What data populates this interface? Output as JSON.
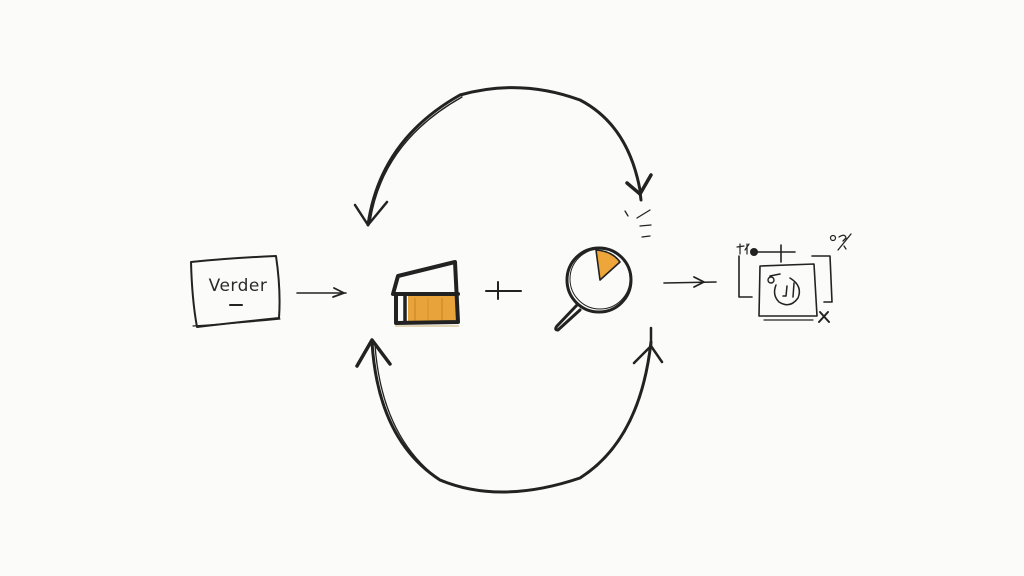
{
  "diagram": {
    "style": "hand-drawn sketch, black marker with orange accents",
    "colors": {
      "background": "#fbfbf9",
      "ink": "#222222",
      "accent": "#e8a33a",
      "accent_dark": "#c98321"
    },
    "nodes": [
      {
        "id": "vendor",
        "type": "box",
        "label": "Verder",
        "icon": "vendor-box"
      },
      {
        "id": "warehouse",
        "type": "icon",
        "label": "",
        "icon": "warehouse-icon"
      },
      {
        "id": "analysis",
        "type": "icon",
        "label": "",
        "icon": "magnifier-pie-icon"
      },
      {
        "id": "output",
        "type": "icon",
        "label": "",
        "icon": "dashboard-frames-icon"
      }
    ],
    "operators": [
      {
        "between": [
          "warehouse",
          "analysis"
        ],
        "symbol": "+"
      }
    ],
    "edges": [
      {
        "from": "vendor",
        "to": "warehouse",
        "style": "straight-arrow"
      },
      {
        "from": "analysis",
        "to": "output",
        "style": "straight-arrow"
      },
      {
        "from": "analysis",
        "to": "warehouse",
        "style": "top-arc-arrow",
        "bidirectional": true
      },
      {
        "from": "analysis",
        "to": "warehouse",
        "style": "bottom-arc-arrow",
        "bidirectional": true
      }
    ]
  }
}
